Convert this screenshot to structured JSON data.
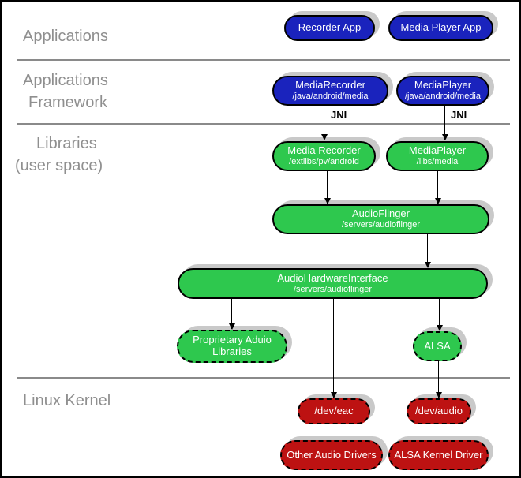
{
  "diagram": {
    "description": "Android audio system architecture layer diagram",
    "colors": {
      "app_box_blue": "#1a23bd",
      "library_box_green": "#2ec84e",
      "kernel_box_red": "#bd1212",
      "box_shadow": "#c9c9c9",
      "divider_gray": "#8a8a8a",
      "layer_label_gray": "#8f8f8f",
      "box_text": "#ffffff"
    }
  },
  "layers": {
    "applications": "Applications",
    "framework_line1": "Applications",
    "framework_line2": "Framework",
    "libraries_line1": "Libraries",
    "libraries_line2": "(user space)",
    "kernel": "Linux Kernel"
  },
  "nodes": {
    "recorder_app": {
      "title": "Recorder App"
    },
    "media_player_app": {
      "title": "Media Player App"
    },
    "media_recorder_fw": {
      "title": "MediaRecorder",
      "subtitle": "/java/android/media"
    },
    "media_player_fw": {
      "title": "MediaPlayer",
      "subtitle": "/java/android/media"
    },
    "media_recorder_lib": {
      "title": "Media Recorder",
      "subtitle": "/extlibs/pv/android"
    },
    "media_player_lib": {
      "title": "MediaPlayer",
      "subtitle": "/libs/media"
    },
    "audio_flinger": {
      "title": "AudioFlinger",
      "subtitle": "/servers/audioflinger"
    },
    "audio_hardware_interface": {
      "title": "AudioHardwareInterface",
      "subtitle": "/servers/audioflinger"
    },
    "proprietary_audio_libraries": {
      "title": "Proprietary Aduio Libraries"
    },
    "alsa": {
      "title": "ALSA"
    },
    "dev_eac": {
      "title": "/dev/eac"
    },
    "dev_audio": {
      "title": "/dev/audio"
    },
    "other_audio_drivers": {
      "title": "Other Audio Drivers"
    },
    "alsa_kernel_driver": {
      "title": "ALSA Kernel Driver"
    }
  },
  "annotations": {
    "jni_left": "JNI",
    "jni_right": "JNI"
  }
}
